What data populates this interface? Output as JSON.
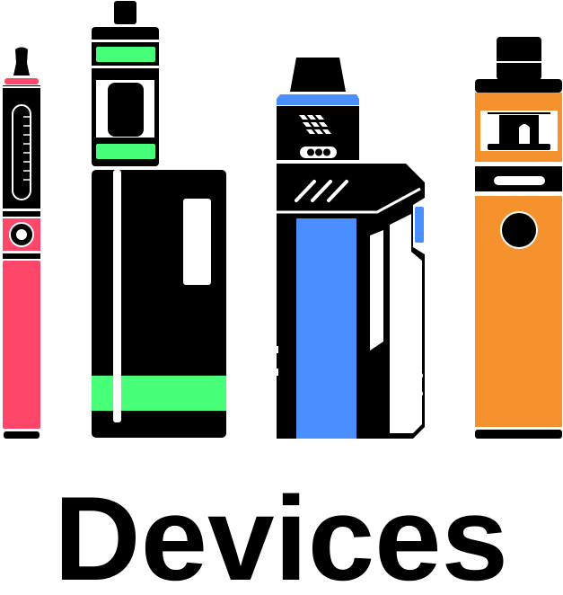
{
  "title": "Devices",
  "devices": [
    {
      "name": "vape-pen",
      "color": "#FF4769"
    },
    {
      "name": "box-mod-tank",
      "color": "#48FF7A"
    },
    {
      "name": "box-mod-blue",
      "color": "#4A8FFF"
    },
    {
      "name": "pod-mod-orange",
      "color": "#F5922E"
    }
  ]
}
